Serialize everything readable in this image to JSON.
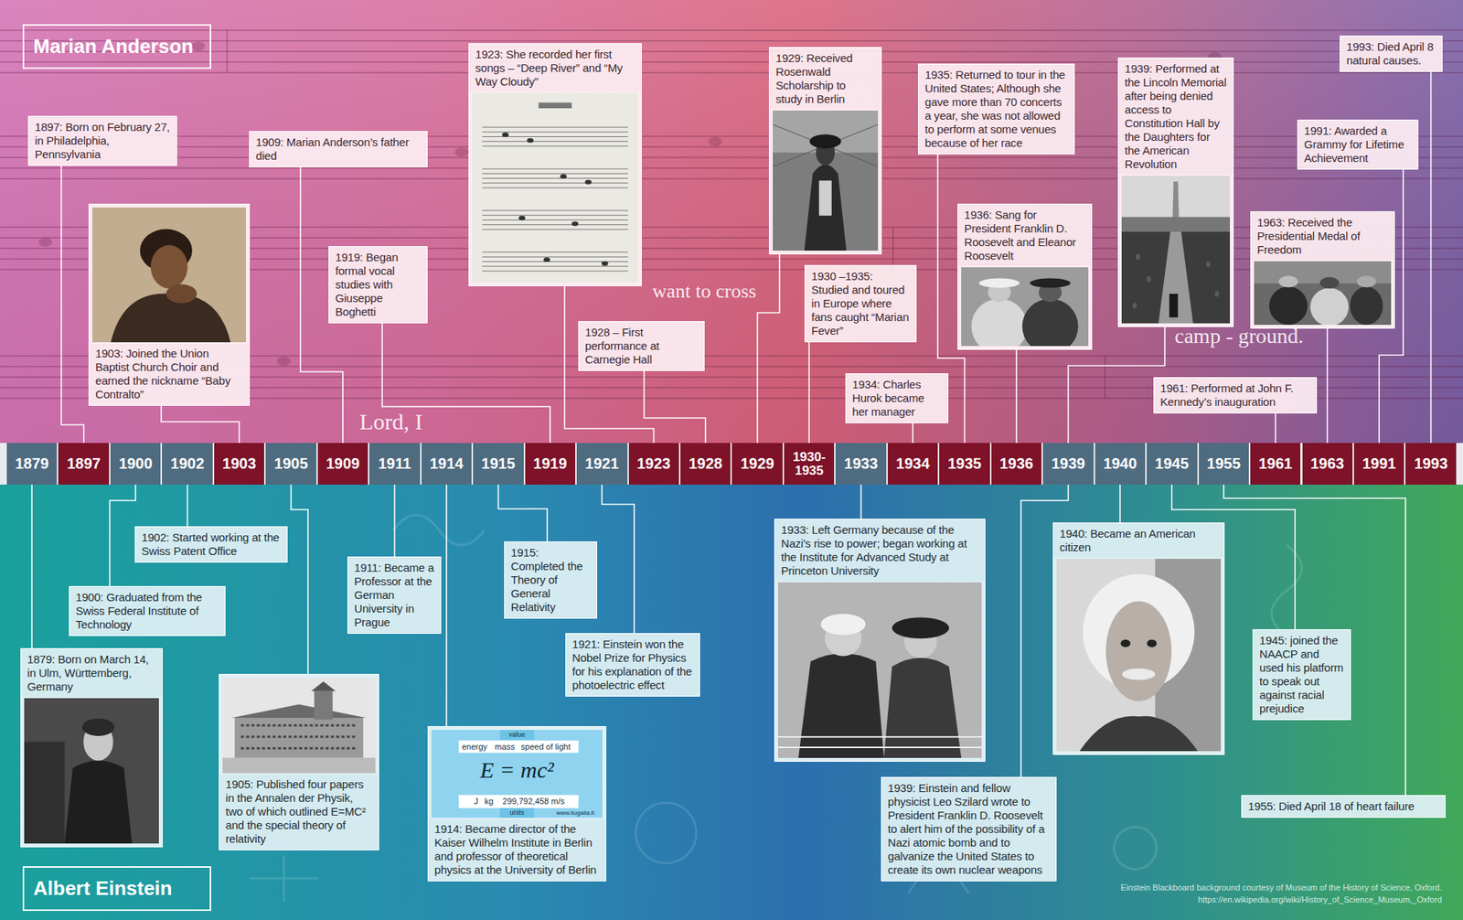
{
  "diagram": {
    "nodes": [
      {
        "text": [
          "Marian Anderson"
        ]
      },
      {
        "text": [
          "1897: Born on February 27, in Philadelphia, Pennsylvania"
        ]
      },
      {
        "text": [
          "1903: Joined the Union Baptist Church Choir and earned the nickname “Baby Contralto”"
        ]
      },
      {
        "text": [
          "1909: Marian Anderson’s father died"
        ]
      },
      {
        "text": [
          "1919: Began formal vocal studies with Giuseppe Boghetti"
        ]
      },
      {
        "text": [
          "1923: She recorded her first songs – “Deep River” and “My Way Cloudy”"
        ]
      },
      {
        "text": [
          "1928 – First performance at Carnegie Hall"
        ]
      },
      {
        "text": [
          "1929: Received Rosenwald Scholarship to study in Berlin"
        ]
      },
      {
        "text": [
          "1930 –1935: Studied and toured in Europe where fans caught “Marian Fever”"
        ]
      },
      {
        "text": [
          "1934: Charles Hurok became her manager"
        ]
      },
      {
        "text": [
          "1935: Returned to tour in the United States; Although she gave more than 70 concerts a year, she was not allowed to perform at some venues because of her race"
        ]
      },
      {
        "text": [
          "1936: Sang for President Franklin D. Roosevelt and Eleanor Roosevelt"
        ]
      },
      {
        "text": [
          "1939: Performed at the Lincoln Memorial after being denied access to Constitution Hall by the Daughters for the American Revolution"
        ]
      },
      {
        "text": [
          "1961: Performed at John F. Kennedy’s inauguration"
        ]
      },
      {
        "text": [
          "1963: Received the Presidential Medal of Freedom"
        ]
      },
      {
        "text": [
          "1991: Awarded a Grammy for Lifetime Achievement"
        ]
      },
      {
        "text": [
          "1993: Died April 8 natural causes."
        ]
      },
      {
        "text": [
          "1879"
        ]
      },
      {
        "text": [
          "1897"
        ]
      },
      {
        "text": [
          "1900"
        ]
      },
      {
        "text": [
          "1902"
        ]
      },
      {
        "text": [
          "1903"
        ]
      },
      {
        "text": [
          "1905"
        ]
      },
      {
        "text": [
          "1909"
        ]
      },
      {
        "text": [
          "1911"
        ]
      },
      {
        "text": [
          "1914"
        ]
      },
      {
        "text": [
          "1915"
        ]
      },
      {
        "text": [
          "1919"
        ]
      },
      {
        "text": [
          "1921"
        ]
      },
      {
        "text": [
          "1923"
        ]
      },
      {
        "text": [
          "1928"
        ]
      },
      {
        "text": [
          "1929"
        ]
      },
      {
        "text": [
          "1930- 1935"
        ]
      },
      {
        "text": [
          "1933"
        ]
      },
      {
        "text": [
          "1934"
        ]
      },
      {
        "text": [
          "1935"
        ]
      },
      {
        "text": [
          "1936"
        ]
      },
      {
        "text": [
          "1939"
        ]
      },
      {
        "text": [
          "1940"
        ]
      },
      {
        "text": [
          "1945"
        ]
      },
      {
        "text": [
          "1955"
        ]
      },
      {
        "text": [
          "1961"
        ]
      },
      {
        "text": [
          "1963"
        ]
      },
      {
        "text": [
          "1991"
        ]
      },
      {
        "text": [
          "1993"
        ]
      },
      {
        "text": [
          "1879: Born on March 14, in Ulm, Württemberg, Germany"
        ]
      },
      {
        "text": [
          "1900: Graduated from the Swiss Federal Institute of Technology"
        ]
      },
      {
        "text": [
          "1902: Started working at the Swiss Patent Office"
        ]
      },
      {
        "text": [
          "1905: Published four papers in the Annalen der Physik, two of which outlined E=MC² and the special theory of relativity"
        ]
      },
      {
        "text": [
          "1911: Became a Professor at the German University in Prague"
        ]
      },
      {
        "text": [
          "1914: Became director of the Kaiser Wilhelm Institute in Berlin and professor of theoretical physics at the University of Berlin"
        ]
      },
      {
        "text": [
          "1915: Completed the Theory of General Relativity"
        ]
      },
      {
        "text": [
          "1921: Einstein won the Nobel Prize for Physics for his explanation of the photoelectric effect"
        ]
      },
      {
        "text": [
          "1933: Left Germany because of the Nazi's rise to power; began working at the Institute for Advanced Study at Princeton University"
        ]
      },
      {
        "text": [
          "1939: Einstein and fellow physicist Leo Szilard wrote to President Franklin D. Roosevelt to alert him of the possibility of a Nazi atomic bomb and to galvanize the United States to create its own nuclear weapons"
        ]
      },
      {
        "text": [
          "1940: Became an American citizen"
        ]
      },
      {
        "text": [
          "1945: joined the NAACP and used his platform to speak out against racial prejudice"
        ]
      },
      {
        "text": [
          "1955: Died April 18 of heart failure"
        ]
      },
      {
        "text": [
          "Albert Einstein"
        ]
      }
    ],
    "edges": [
      {
        "from": 1,
        "to": 18,
        "arrow": "none"
      },
      {
        "from": 2,
        "to": 21,
        "arrow": "none"
      },
      {
        "from": 3,
        "to": 23,
        "arrow": "none"
      },
      {
        "from": 4,
        "to": 27,
        "arrow": "none"
      },
      {
        "from": 5,
        "to": 29,
        "arrow": "none"
      },
      {
        "from": 6,
        "to": 30,
        "arrow": "none"
      },
      {
        "from": 7,
        "to": 31,
        "arrow": "none"
      },
      {
        "from": 8,
        "to": 32,
        "arrow": "none"
      },
      {
        "from": 9,
        "to": 34,
        "arrow": "none"
      },
      {
        "from": 10,
        "to": 35,
        "arrow": "none"
      },
      {
        "from": 11,
        "to": 36,
        "arrow": "none"
      },
      {
        "from": 12,
        "to": 37,
        "arrow": "none"
      },
      {
        "from": 13,
        "to": 41,
        "arrow": "none"
      },
      {
        "from": 14,
        "to": 42,
        "arrow": "none"
      },
      {
        "from": 15,
        "to": 43,
        "arrow": "none"
      },
      {
        "from": 16,
        "to": 44,
        "arrow": "none"
      },
      {
        "from": 45,
        "to": 17,
        "arrow": "none"
      },
      {
        "from": 46,
        "to": 19,
        "arrow": "none"
      },
      {
        "from": 47,
        "to": 20,
        "arrow": "none"
      },
      {
        "from": 48,
        "to": 22,
        "arrow": "none"
      },
      {
        "from": 49,
        "to": 24,
        "arrow": "none"
      },
      {
        "from": 50,
        "to": 25,
        "arrow": "none"
      },
      {
        "from": 51,
        "to": 26,
        "arrow": "none"
      },
      {
        "from": 52,
        "to": 28,
        "arrow": "none"
      },
      {
        "from": 53,
        "to": 33,
        "arrow": "none"
      },
      {
        "from": 54,
        "to": 37,
        "arrow": "none"
      },
      {
        "from": 55,
        "to": 38,
        "arrow": "none"
      },
      {
        "from": 56,
        "to": 39,
        "arrow": "none"
      },
      {
        "from": 57,
        "to": 40,
        "arrow": "none"
      }
    ],
    "labels": [
      "Lord, I",
      "want to cross",
      "camp - ground.",
      "value",
      "energy",
      "mass",
      "speed of light",
      "E = mc²",
      "J",
      "kg",
      "299,792,458 m/s",
      "units",
      "www.liugaila.lt",
      "Einstein Blackboard background courtesy of Museum of the History of Science, Oxford.",
      "https://en.wikipedia.org/wiki/History_of_Science_Museum,_Oxford"
    ]
  }
}
